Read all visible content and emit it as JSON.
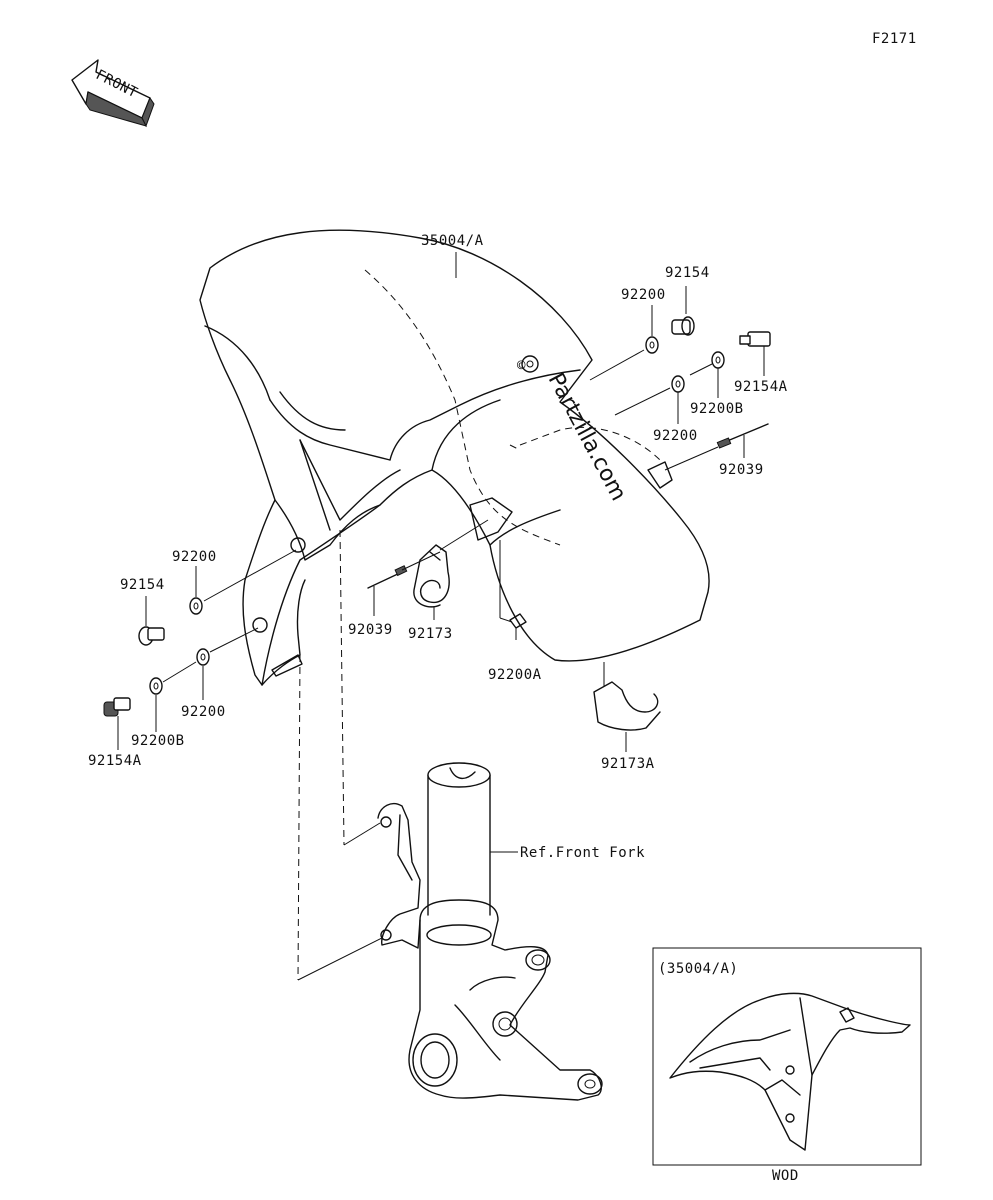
{
  "figure_code": "F2171",
  "front_arrow_label": "FRONT",
  "watermark": "Partzilla.com",
  "watermark_symbol": "©",
  "ref_label": "Ref.Front Fork",
  "inset": {
    "title": "(35004/A)",
    "caption": "WOD"
  },
  "labels": {
    "fender": "35004/A",
    "r_washer_top": "92200",
    "r_bolt_top": "92154",
    "r_bolt_a": "92154A",
    "r_washer_b": "92200B",
    "r_washer_mid": "92200",
    "r_pin": "92039",
    "l_washer_top": "92200",
    "l_bolt": "92154",
    "l_washer_bot": "92200",
    "l_washer_b": "92200B",
    "l_bolt_a": "92154A",
    "c_pin": "92039",
    "c_clamp": "92173",
    "c_washer_a": "92200A",
    "r_clamp_a": "92173A"
  }
}
